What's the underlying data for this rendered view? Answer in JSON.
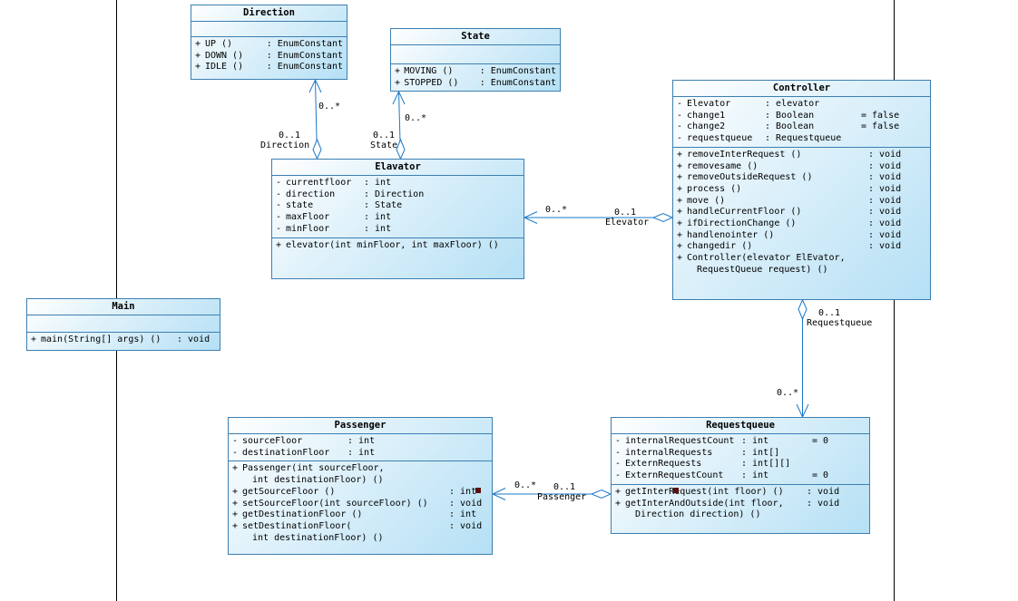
{
  "classes": {
    "direction": {
      "name": "Direction",
      "attributes": [],
      "operations": [
        {
          "vis": "+",
          "name": "UP ()",
          "type": ": EnumConstant"
        },
        {
          "vis": "+",
          "name": "DOWN ()",
          "type": ": EnumConstant"
        },
        {
          "vis": "+",
          "name": "IDLE ()",
          "type": ": EnumConstant"
        }
      ]
    },
    "state": {
      "name": "State",
      "attributes": [],
      "operations": [
        {
          "vis": "+",
          "name": "MOVING ()",
          "type": ": EnumConstant"
        },
        {
          "vis": "+",
          "name": "STOPPED ()",
          "type": ": EnumConstant"
        }
      ]
    },
    "elevator": {
      "name": "Elavator",
      "attributes": [
        {
          "vis": "-",
          "name": "currentfloor",
          "type": ": int"
        },
        {
          "vis": "-",
          "name": "direction",
          "type": ": Direction"
        },
        {
          "vis": "-",
          "name": "state",
          "type": ": State"
        },
        {
          "vis": "-",
          "name": "maxFloor",
          "type": ": int"
        },
        {
          "vis": "-",
          "name": "minFloor",
          "type": ": int"
        }
      ],
      "operations": [
        {
          "vis": "+",
          "name": "elevator(int minFloor, int maxFloor) ()",
          "type": ""
        }
      ]
    },
    "controller": {
      "name": "Controller",
      "attributes": [
        {
          "vis": "-",
          "name": "Elevator",
          "type": ": elevator",
          "default": ""
        },
        {
          "vis": "-",
          "name": "change1",
          "type": ": Boolean",
          "default": "= false"
        },
        {
          "vis": "-",
          "name": "change2",
          "type": ": Boolean",
          "default": "= false"
        },
        {
          "vis": "-",
          "name": "requestqueue",
          "type": ": Requestqueue",
          "default": ""
        }
      ],
      "operations": [
        {
          "vis": "+",
          "name": "removeInterRequest ()",
          "type": ": void"
        },
        {
          "vis": "+",
          "name": "removesame ()",
          "type": ": void"
        },
        {
          "vis": "+",
          "name": "removeOutsideRequest ()",
          "type": ": void"
        },
        {
          "vis": "+",
          "name": "process ()",
          "type": ": void"
        },
        {
          "vis": "+",
          "name": "move ()",
          "type": ": void"
        },
        {
          "vis": "+",
          "name": "handleCurrentFloor ()",
          "type": ": void"
        },
        {
          "vis": "+",
          "name": "ifDirectionChange ()",
          "type": ": void"
        },
        {
          "vis": "+",
          "name": "handlenointer ()",
          "type": ": void"
        },
        {
          "vis": "+",
          "name": "changedir ()",
          "type": ": void"
        },
        {
          "vis": "+",
          "name": "Controller(elevator ElEvator,",
          "type": ""
        },
        {
          "vis": "",
          "name": "RequestQueue request) ()",
          "type": ""
        }
      ]
    },
    "main": {
      "name": "Main",
      "attributes": [],
      "operations": [
        {
          "vis": "+",
          "name": "main(String[] args) ()",
          "type": ": void"
        }
      ]
    },
    "passenger": {
      "name": "Passenger",
      "attributes": [
        {
          "vis": "-",
          "name": "sourceFloor",
          "type": ": int"
        },
        {
          "vis": "-",
          "name": "destinationFloor",
          "type": ": int"
        }
      ],
      "operations": [
        {
          "vis": "+",
          "name": "Passenger(int sourceFloor,",
          "type": ""
        },
        {
          "vis": "",
          "name": "int destinationFloor) ()",
          "type": ""
        },
        {
          "vis": "+",
          "name": "getSourceFloor ()",
          "type": ": int"
        },
        {
          "vis": "+",
          "name": "setSourceFloor(int sourceFloor) ()",
          "type": ": void"
        },
        {
          "vis": "+",
          "name": "getDestinationFloor ()",
          "type": ": int"
        },
        {
          "vis": "+",
          "name": "setDestinationFloor(",
          "type": ": void"
        },
        {
          "vis": "",
          "name": "int destinationFloor) ()",
          "type": ""
        }
      ]
    },
    "requestqueue": {
      "name": "Requestqueue",
      "attributes": [
        {
          "vis": "-",
          "name": "internalRequestCount",
          "type": ": int",
          "default": "= 0"
        },
        {
          "vis": "-",
          "name": "internalRequests",
          "type": ": int[]",
          "default": ""
        },
        {
          "vis": "-",
          "name": "ExternRequests",
          "type": ": int[][]",
          "default": ""
        },
        {
          "vis": "-",
          "name": "ExternRequestCount",
          "type": ": int",
          "default": "= 0"
        }
      ],
      "operations": [
        {
          "vis": "+",
          "name": "getInterRequest(int floor) ()",
          "type": ": void"
        },
        {
          "vis": "+",
          "name": "getInterAndOutside(int floor,",
          "type": ": void"
        },
        {
          "vis": "",
          "name": "Direction direction) ()",
          "type": ""
        }
      ]
    }
  },
  "associations": {
    "elevator_direction": {
      "source_role": "Direction",
      "source_mult": "0..1",
      "target_mult": "0..*"
    },
    "elevator_state": {
      "source_role": "State",
      "source_mult": "0..1",
      "target_mult": "0..*"
    },
    "controller_elevator": {
      "source_role": "Elevator",
      "source_mult": "0..1",
      "target_mult": "0..*"
    },
    "controller_requestqueue": {
      "source_role": "Requestqueue",
      "source_mult": "0..1",
      "target_mult": "0..*"
    },
    "requestqueue_passenger": {
      "source_role": "Passenger",
      "source_mult": "0..1",
      "target_mult": "0..*"
    }
  },
  "colors": {
    "border": "#3c7fb1",
    "fill_light": "#e3f3fb",
    "fill_dark": "#b5e0f5",
    "line": "#1b78c8"
  }
}
